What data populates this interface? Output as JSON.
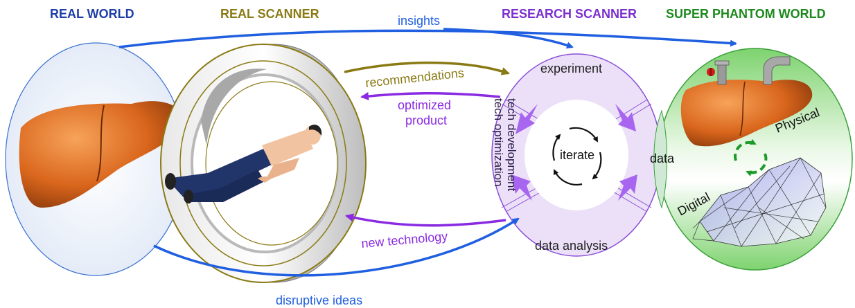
{
  "headers": {
    "real_world": "REAL WORLD",
    "real_scanner": "REAL SCANNER",
    "research_scanner": "RESEARCH SCANNER",
    "super_phantom_world": "SUPER PHANTOM WORLD"
  },
  "arrows": {
    "insights": "insights",
    "disruptive_ideas": "disruptive ideas",
    "recommendations": "recommendations",
    "optimized_line1": "optimized",
    "optimized_line2": "product",
    "new_technology": "new technology"
  },
  "research_scanner": {
    "experiment": "experiment",
    "data_analysis": "data analysis",
    "tech_development": "tech development",
    "tech_optimization": "tech optimization",
    "iterate": "iterate"
  },
  "phantom_world": {
    "data": "data",
    "physical": "Physical",
    "digital": "Digital"
  },
  "colors": {
    "real_world": "#1f3fa8",
    "real_scanner": "#8a7a14",
    "research_scanner": "#7b2fd0",
    "super_phantom_world": "#1d8a1d",
    "insights_arrow": "#1f5fe0",
    "recommendations_arrow": "#8a7a14",
    "purple_arrow": "#8a2be2"
  },
  "icons": [
    "liver-icon",
    "mri-scanner-icon",
    "patient-icon",
    "pipe-icon",
    "cycle-arrows-icon",
    "mesh-icon"
  ]
}
